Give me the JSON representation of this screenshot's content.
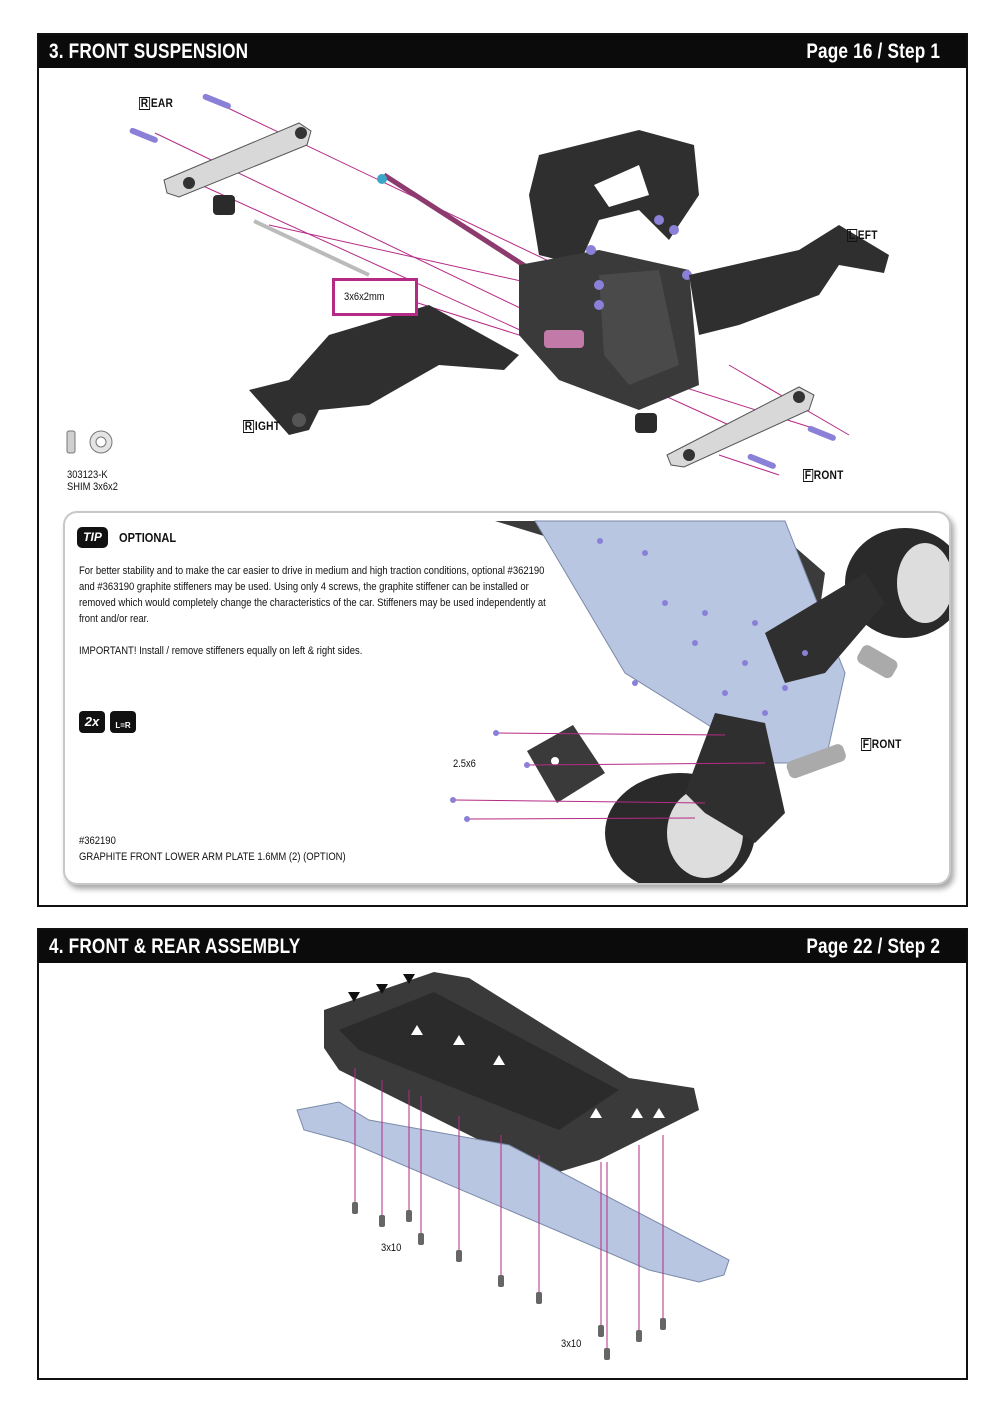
{
  "section1": {
    "title": "3. FRONT SUSPENSION",
    "page_ref": "Page 16 / Step 1",
    "labels": {
      "rear_cap": "R",
      "rear_rest": "EAR",
      "left_cap": "L",
      "left_rest": "EFT",
      "right_cap": "R",
      "right_rest": "IGHT",
      "front_cap": "F",
      "front_rest": "RONT"
    },
    "shim_callout": "3x6x2mm",
    "part": {
      "number": "303123-K",
      "name": "SHIM 3x6x2"
    },
    "tip": {
      "badge": "TIP",
      "heading": "OPTIONAL",
      "paragraph1": "For better stability and to make the car easier to drive in medium and high traction conditions, optional #362190 and #363190 graphite stiffeners may be used. Using only 4 screws, the graphite stiffener  can be installed or removed which would completely change the characteristics of the car. Stiffeners may be used independently at front and/or rear.",
      "paragraph2": "IMPORTANT!   Install / remove stiffeners equally on left & right sides.",
      "qty": "2x",
      "lr_symbol": "L=R",
      "screw_label": "2.5x6",
      "front_cap": "F",
      "front_rest": "RONT",
      "part_number": "#362190",
      "part_name": "GRAPHITE FRONT LOWER ARM PLATE 1.6MM (2) (OPTION)"
    }
  },
  "section2": {
    "title": "4. FRONT & REAR ASSEMBLY",
    "page_ref": "Page 22 / Step 2",
    "screw_label_1": "3x10",
    "screw_label_2": "3x10"
  },
  "colors": {
    "accent": "#b52a86",
    "header_bg": "#0b0b0b",
    "part_dark": "#2f2f2f",
    "screw": "#8a80d8",
    "plate": "#b9c6e2"
  }
}
